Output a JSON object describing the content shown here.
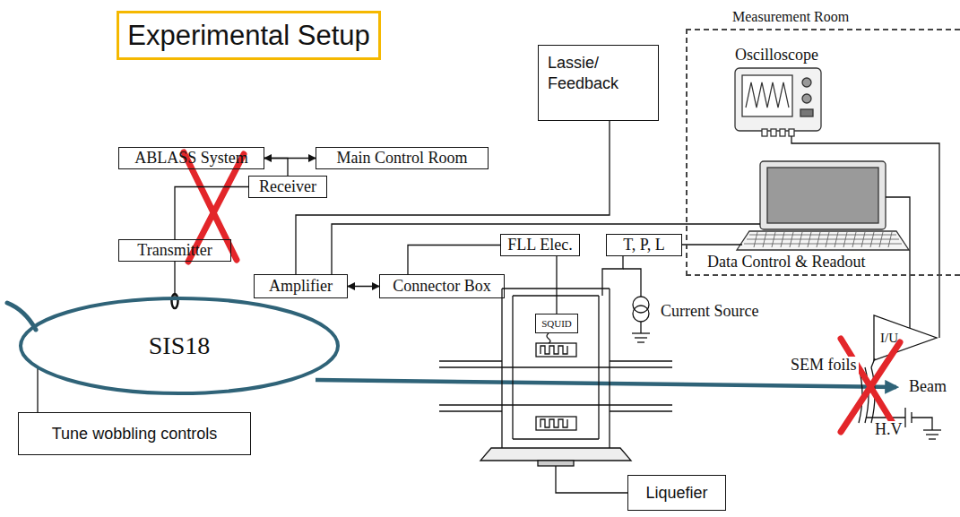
{
  "diagram": {
    "title": "Experimental Setup",
    "nodes": [
      {
        "text": [
          "Measurement Room"
        ]
      },
      {
        "text": [
          "Lassie/ Feedback"
        ]
      },
      {
        "text": [
          "ABLASS System"
        ]
      },
      {
        "text": [
          "Main Control Room"
        ]
      },
      {
        "text": [
          "Receiver"
        ]
      },
      {
        "text": [
          "Transmitter"
        ]
      },
      {
        "text": [
          "Amplifier"
        ]
      },
      {
        "text": [
          "Connector Box"
        ]
      },
      {
        "text": [
          "FLL Elec."
        ]
      },
      {
        "text": [
          "T, P, L"
        ]
      },
      {
        "text": [
          "SIS18"
        ]
      },
      {
        "text": [
          "SQUID"
        ]
      },
      {
        "text": [
          "Tune wobbling controls"
        ]
      },
      {
        "text": [
          "Liquefier"
        ]
      }
    ],
    "edges": [
      {
        "from": 2,
        "to": 3,
        "arrow": "both"
      },
      {
        "from": 4,
        "to": 2,
        "arrow": "none"
      },
      {
        "from": 5,
        "to": 4,
        "arrow": "none"
      },
      {
        "from": 5,
        "to": 10,
        "arrow": "none"
      },
      {
        "from": 1,
        "to": 6,
        "arrow": "none"
      },
      {
        "from": 6,
        "to": 7,
        "arrow": "both"
      },
      {
        "from": 7,
        "to": 8,
        "arrow": "none"
      },
      {
        "from": 8,
        "to": 11,
        "arrow": "none"
      },
      {
        "from": 12,
        "to": 10,
        "arrow": "none"
      }
    ],
    "labels": [
      "Oscilloscope",
      "Data Control & Readout",
      "Current Source",
      "I/U",
      "SEM foils",
      "Beam",
      "H.V"
    ]
  }
}
